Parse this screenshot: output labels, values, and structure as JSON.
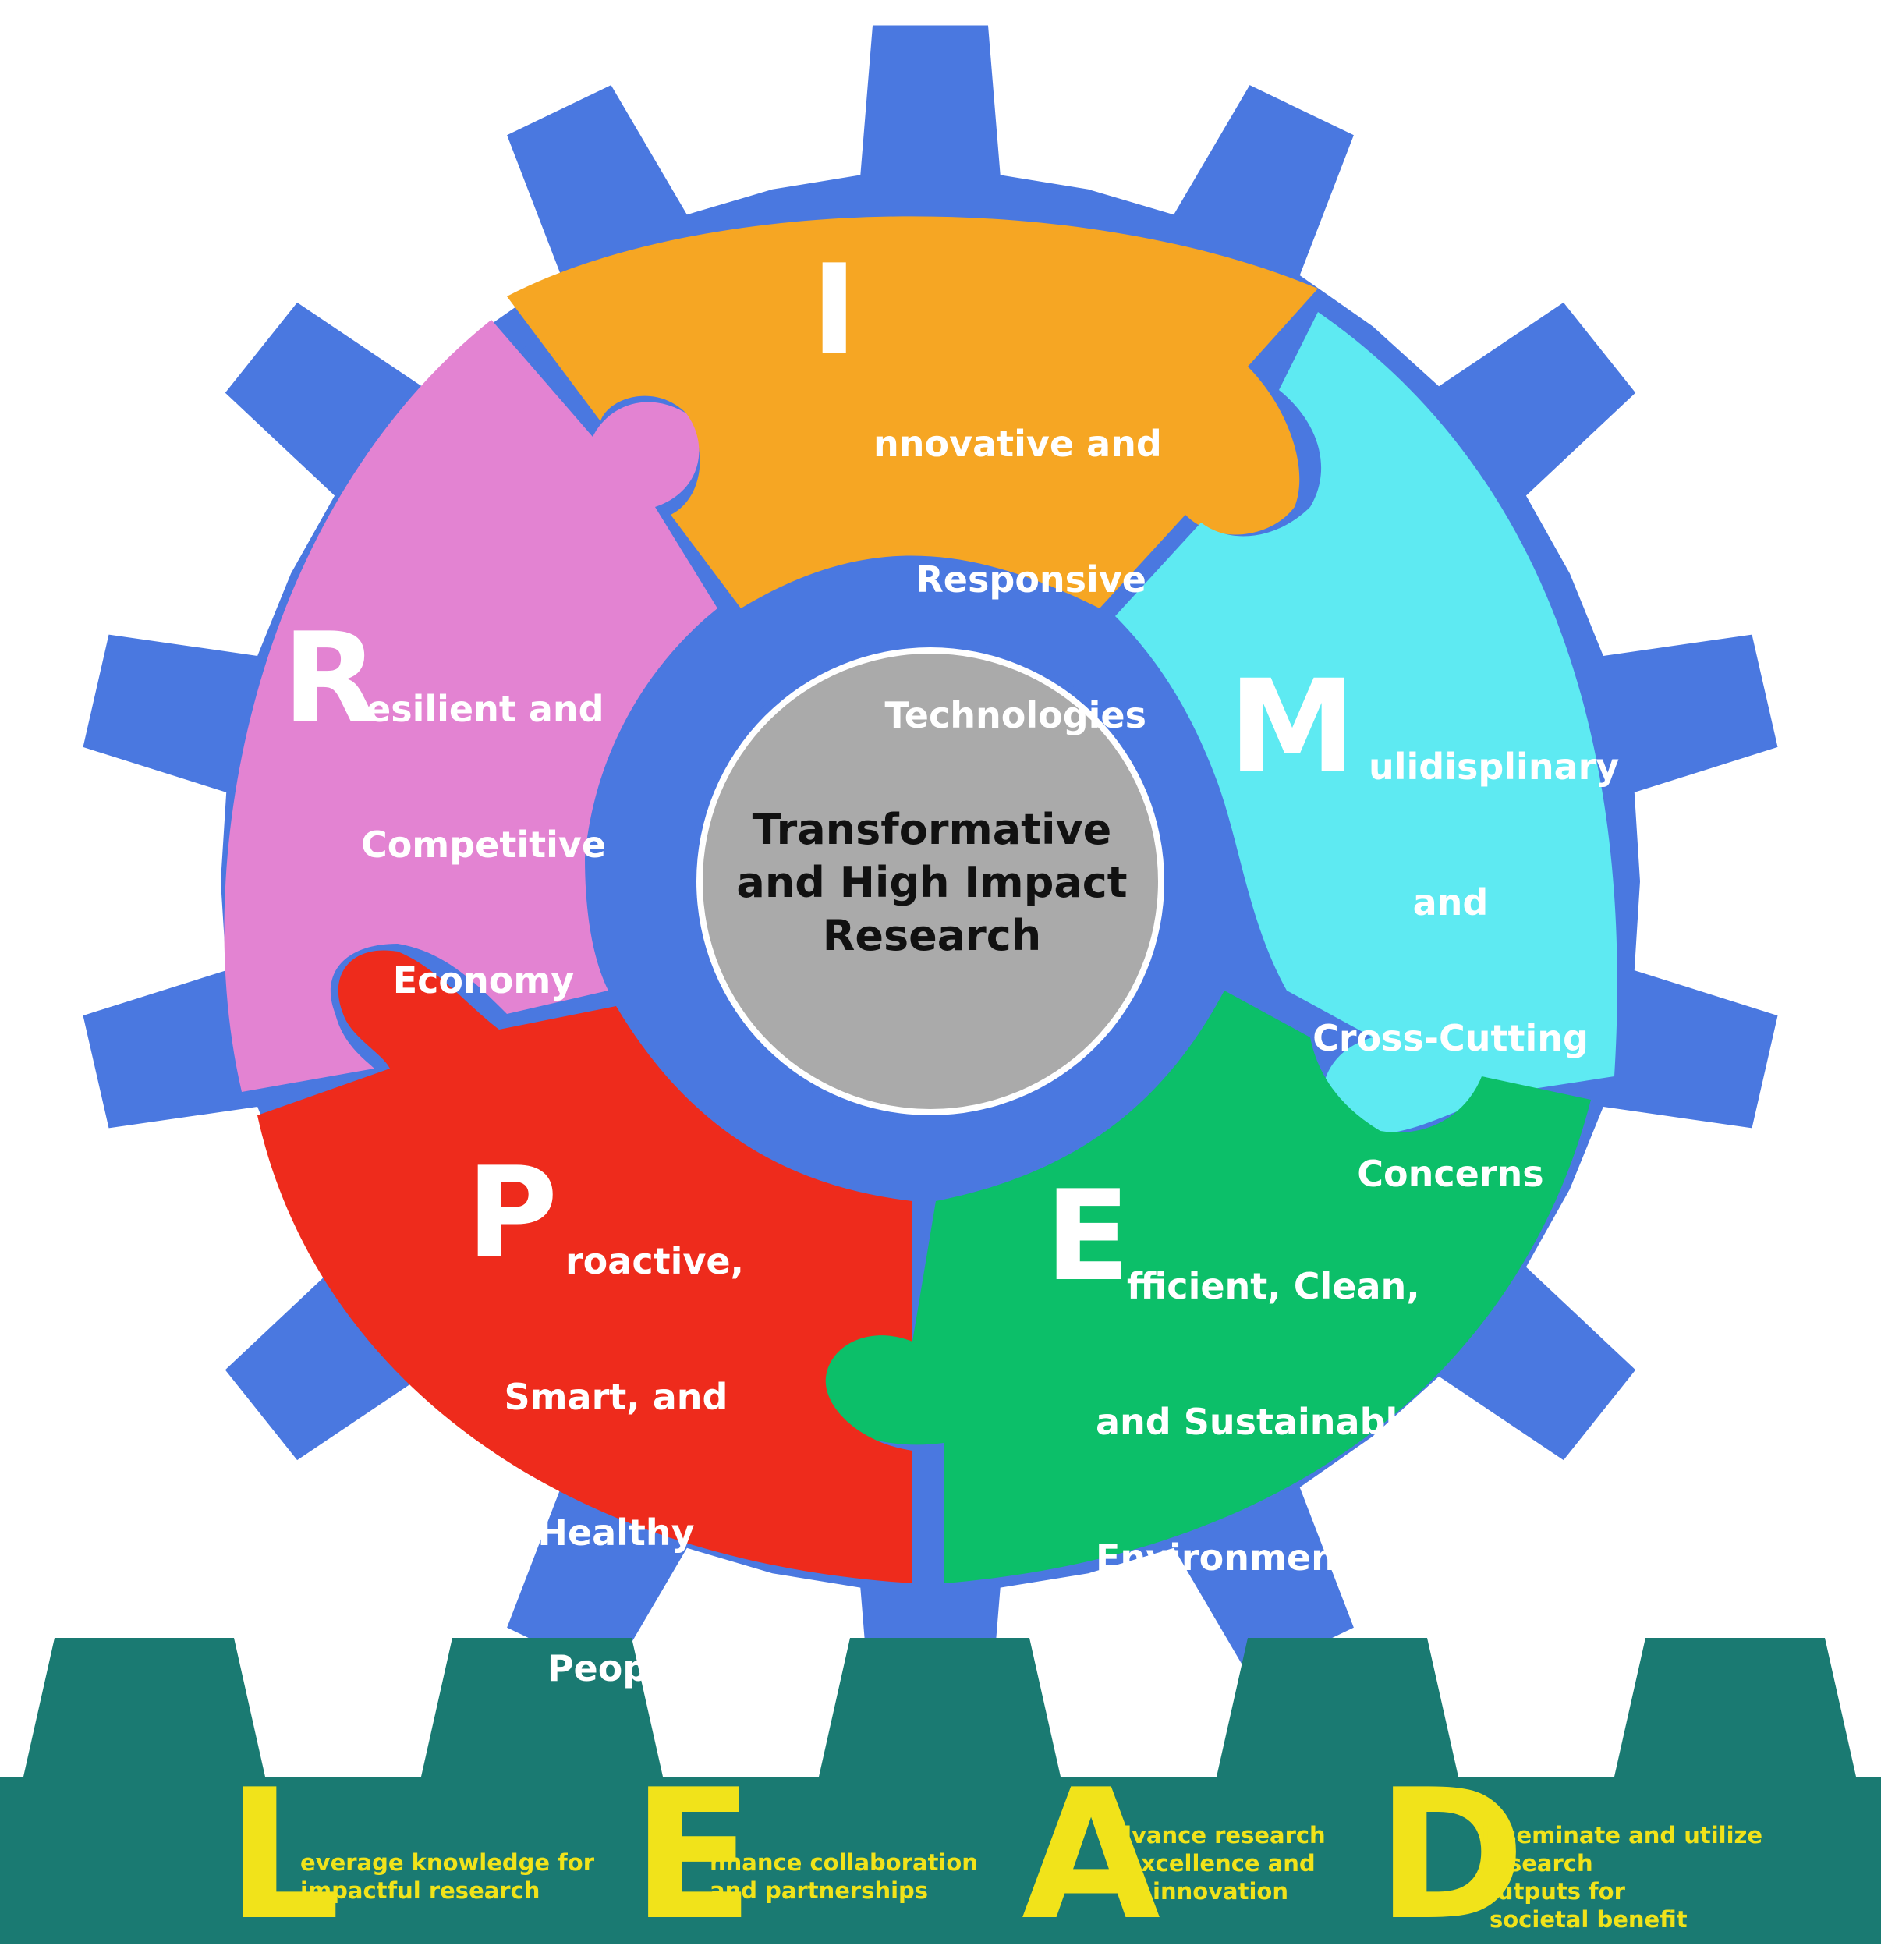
{
  "colors": {
    "gear": "#4a78e0",
    "segment_i": "#f6a623",
    "segment_m": "#5eeaf2",
    "segment_e": "#0cbf69",
    "segment_p": "#ee2b1c",
    "segment_r": "#e383d2",
    "center": "#aaaaaa",
    "lead_band": "#1a7a72",
    "lead_text": "#f1e31a"
  },
  "center": {
    "line1": "Transformative",
    "line2": "and High Impact",
    "line3": "Research"
  },
  "segments": {
    "i": {
      "letter": "I",
      "line1": "nnovative and",
      "line2": "Responsive",
      "line3": "Technologies"
    },
    "m": {
      "letter": "M",
      "line1": "ulidisplinary",
      "line2": "and",
      "line3": "Cross-Cutting",
      "line4": "Concerns"
    },
    "e": {
      "letter": "E",
      "line1": "fficient, Clean,",
      "line2": "and Sustainable",
      "line3": "Environment"
    },
    "p": {
      "letter": "P",
      "line1": "roactive,",
      "line2": "Smart, and",
      "line3": "Healthy",
      "line4": "People"
    },
    "r": {
      "letter": "R",
      "line1": "esilient and",
      "line2": "Competitive",
      "line3": "Economy"
    }
  },
  "lead": [
    {
      "letter": "L",
      "line1": "everage knowledge for",
      "line2": "impactful research"
    },
    {
      "letter": "E",
      "line1": "nhance collaboration",
      "line2": "and partnerships"
    },
    {
      "letter": "A",
      "line1": "dvance research",
      "line2": "excellence and",
      "line3": "innovation"
    },
    {
      "letter": "D",
      "line1": "isseminate and utilize research",
      "line2": "outputs for",
      "line3": "societal benefit"
    }
  ]
}
